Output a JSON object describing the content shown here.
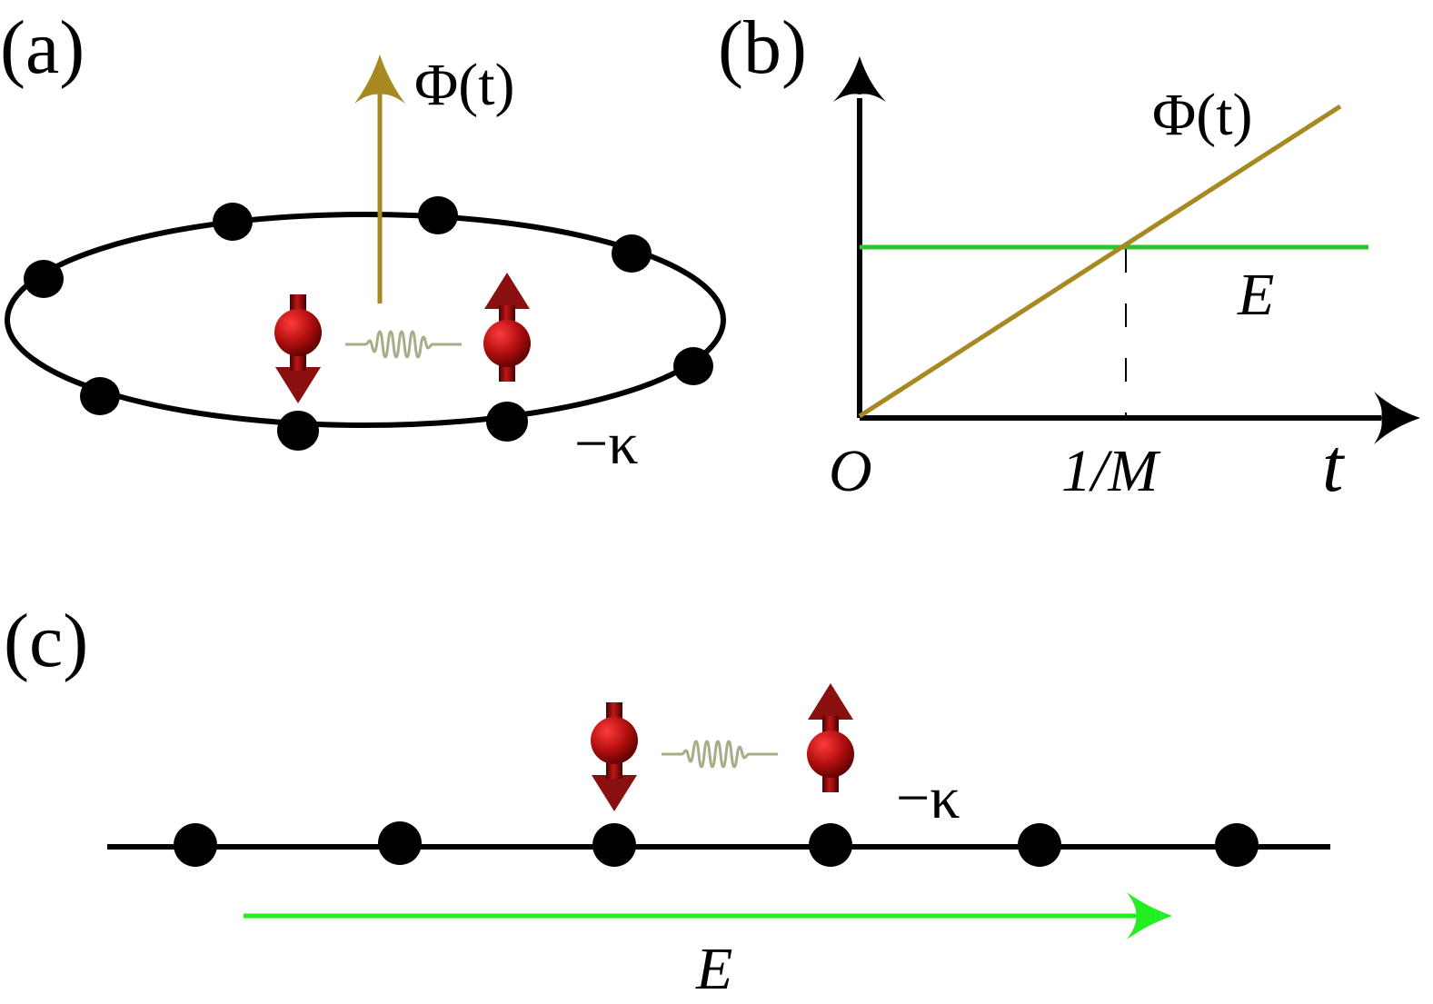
{
  "panels": {
    "a": {
      "label": "(a)",
      "flux_label": "Φ(t)",
      "coupling_label": "−κ"
    },
    "b": {
      "label": "(b)",
      "phi_label": "Φ(t)",
      "e_label": "E",
      "origin_label": "O",
      "tick_label": "1/M",
      "t_label": "t"
    },
    "c": {
      "label": "(c)",
      "coupling_label": "−κ",
      "field_label": "E"
    }
  },
  "colors": {
    "flux": "#a88820",
    "field": "#2ec42e",
    "field_arrow": "#22ee22",
    "spin": "#a01010",
    "spring": "#a8ac88",
    "lattice": "#000000"
  }
}
